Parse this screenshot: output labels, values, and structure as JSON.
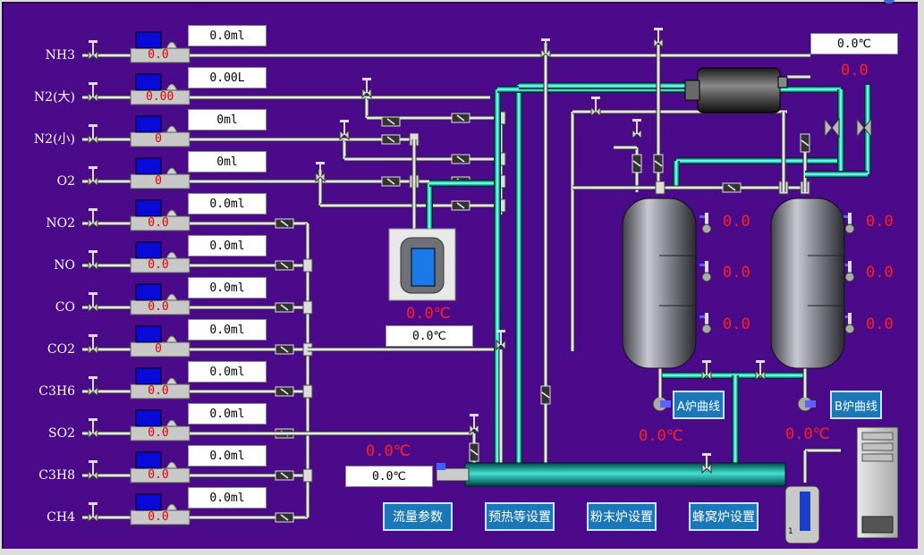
{
  "gas_lines": [
    {
      "name": "NH3",
      "flow": "0.0",
      "readout": "0.0ml"
    },
    {
      "name": "N2(大)",
      "flow": "0.00",
      "readout": "0.00L"
    },
    {
      "name": "N2(小)",
      "flow": "0",
      "readout": "0ml"
    },
    {
      "name": "O2",
      "flow": "0",
      "readout": "0ml"
    },
    {
      "name": "NO2",
      "flow": "0.0",
      "readout": "0.0ml"
    },
    {
      "name": "NO",
      "flow": "0.0",
      "readout": "0.0ml"
    },
    {
      "name": "CO",
      "flow": "0.0",
      "readout": "0.0ml"
    },
    {
      "name": "CO2",
      "flow": "0",
      "readout": "0.0ml"
    },
    {
      "name": "C3H6",
      "flow": "0.0",
      "readout": "0.0ml"
    },
    {
      "name": "SO2",
      "flow": "0.0",
      "readout": "0.0ml"
    },
    {
      "name": "C3H8",
      "flow": "0.0",
      "readout": "0.0ml"
    },
    {
      "name": "CH4",
      "flow": "0.0",
      "readout": "0.0ml"
    }
  ],
  "temps": {
    "top_right_readout": "0.0℃",
    "top_right_red": "0.0",
    "mixer_red": "0.0℃",
    "mixer_readout": "0.0℃",
    "preheat_red": "0.0℃",
    "preheat_readout": "0.0℃",
    "reactor_a_red": "0.0℃",
    "reactor_b_red": "0.0℃",
    "reactor_a_levels": [
      "0.0",
      "0.0",
      "0.0"
    ],
    "reactor_b_levels": [
      "0.0",
      "0.0",
      "0.0"
    ]
  },
  "buttons": {
    "flow_params": "流量参数",
    "preheat_settings": "预热等设置",
    "powder_furnace": "粉末炉设置",
    "honeycomb_furnace": "蜂窝炉设置",
    "a_curve": "A炉曲线",
    "b_curve": "B炉曲线"
  },
  "misc": {
    "collector_tag": "1"
  },
  "colors": {
    "background": "#4a0a8a",
    "pipe": "#e8e8e8",
    "teal_pipe": "#00b0a0",
    "value_red": "#ff2020",
    "button_blue": "#1a78b8"
  }
}
